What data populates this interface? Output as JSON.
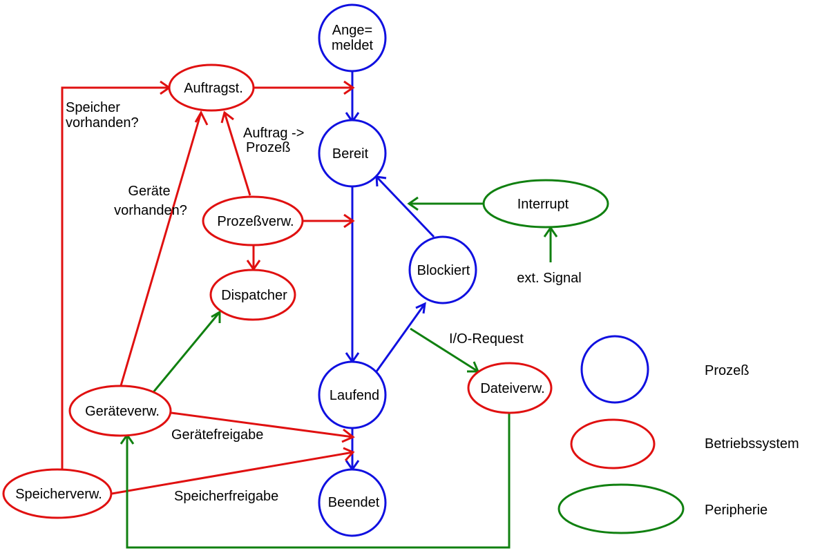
{
  "colors": {
    "process": "#1010e0",
    "os": "#e01010",
    "peripheral": "#108010",
    "text": "#000000",
    "background": "#ffffff"
  },
  "nodes": {
    "angemeldet": {
      "line1": "Ange=",
      "line2": "meldet"
    },
    "bereit": "Bereit",
    "laufend": "Laufend",
    "beendet": "Beendet",
    "blockiert": "Blockiert",
    "auftragst": "Auftragst.",
    "prozessverw": "Prozeßverw.",
    "dispatcher": "Dispatcher",
    "geraeteverw": "Geräteverw.",
    "speicherverw": "Speicherverw.",
    "dateiverw": "Dateiverw.",
    "interrupt": "Interrupt"
  },
  "labels": {
    "speicher_vorhanden": {
      "line1": "Speicher",
      "line2": "vorhanden?"
    },
    "geraete_vorhanden": {
      "line1": "Geräte",
      "line2": "vorhanden?"
    },
    "auftrag_prozess": {
      "line1": "Auftrag ->",
      "line2": "Prozeß"
    },
    "ext_signal": "ext. Signal",
    "io_request": "I/O-Request",
    "geraetefreigabe": "Gerätefreigabe",
    "speicherfreigabe": "Speicherfreigabe"
  },
  "legend": {
    "process": "Prozeß",
    "os": "Betriebssystem",
    "peripheral": "Peripherie"
  }
}
